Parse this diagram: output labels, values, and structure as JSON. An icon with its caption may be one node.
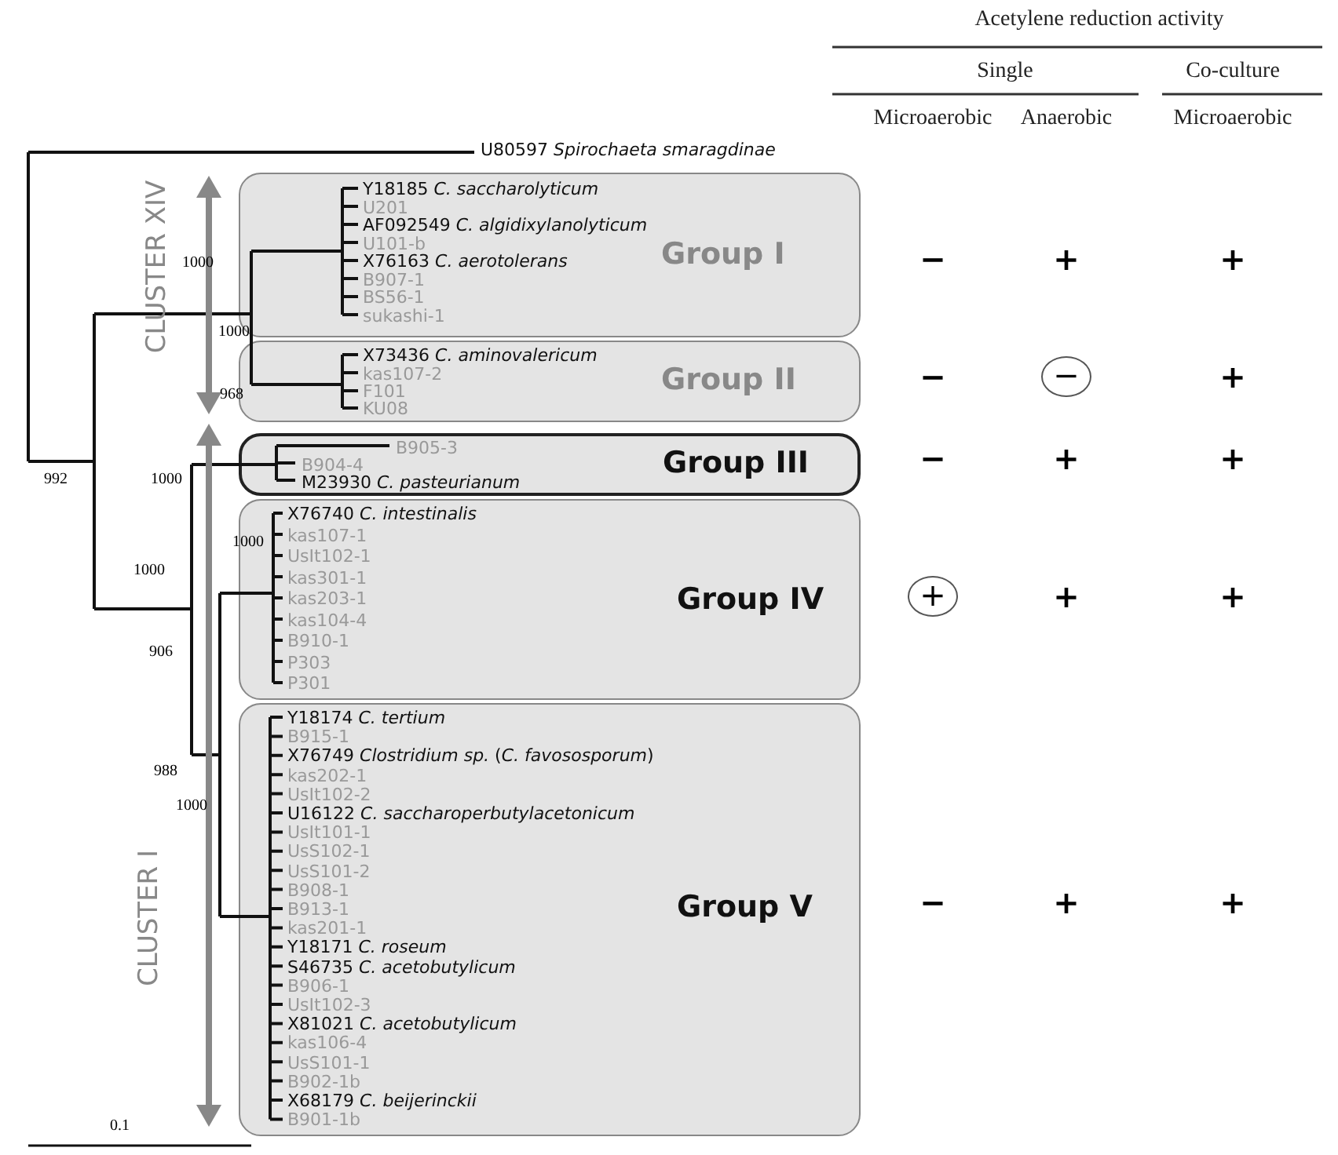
{
  "diagram": {
    "nodes": [
      {
        "text": [
          "Y18185 *C. saccharolyticum*",
          "U201",
          "AF092549 *C. algidixylanolyticum*",
          "U101-b",
          "X76163 *C. aerotolerans*",
          "B907-1",
          "BS56-1",
          "sukashi-1",
          "Group I"
        ]
      },
      {
        "text": [
          "X73436 *C. aminovalericum*",
          "kas107-2",
          "F101",
          "KU08",
          "Group II"
        ]
      },
      {
        "text": [
          "B905-3",
          "B904-4",
          "M23930 *C. pasteurianum*",
          "Group III"
        ]
      },
      {
        "text": [
          "X76740 *C. intestinalis*",
          "kas107-1",
          "UsIt102-1",
          "kas301-1",
          "kas203-1",
          "kas104-4",
          "B910-1",
          "P303",
          "P301",
          "Group IV"
        ]
      },
      {
        "text": [
          "Y18174 *C. tertium*",
          "B915-1",
          "X76749 *Clostridium sp.* (*C. favososporum*)",
          "kas202-1",
          "UsIt102-2",
          "U16122 *C. saccharoperbutylacetonicum*",
          "UsIt101-1",
          "UsS102-1",
          "UsS101-2",
          "B908-1",
          "B913-1",
          "kas201-1",
          "Y18171 *C. roseum*",
          "S46735 *C. acetobutylicum*",
          "B906-1",
          "UsIt102-3",
          "X81021 *C. acetobutylicum*",
          "kas106-4",
          "UsS101-1",
          "B902-1b",
          "X68179 *C. beijerinckii*",
          "B901-1b",
          "Group V"
        ]
      }
    ],
    "edges": [],
    "labels": [
      "Acetylene reduction activity",
      "Single",
      "Co-culture",
      "Microaerobic",
      "Anaerobic",
      "Microaerobic",
      "U80597 *Spirochaeta smaragdinae*",
      "CLUSTER XIV",
      "−",
      "+",
      "+",
      "1000",
      "1000",
      "−",
      "−",
      "+",
      "968",
      "−",
      "+",
      "+",
      "992",
      "1000",
      "1000",
      "1000",
      "+",
      "+",
      "+",
      "906",
      "988",
      "1000",
      "CLUSTER I",
      "−",
      "+",
      "+",
      "0.1"
    ]
  }
}
